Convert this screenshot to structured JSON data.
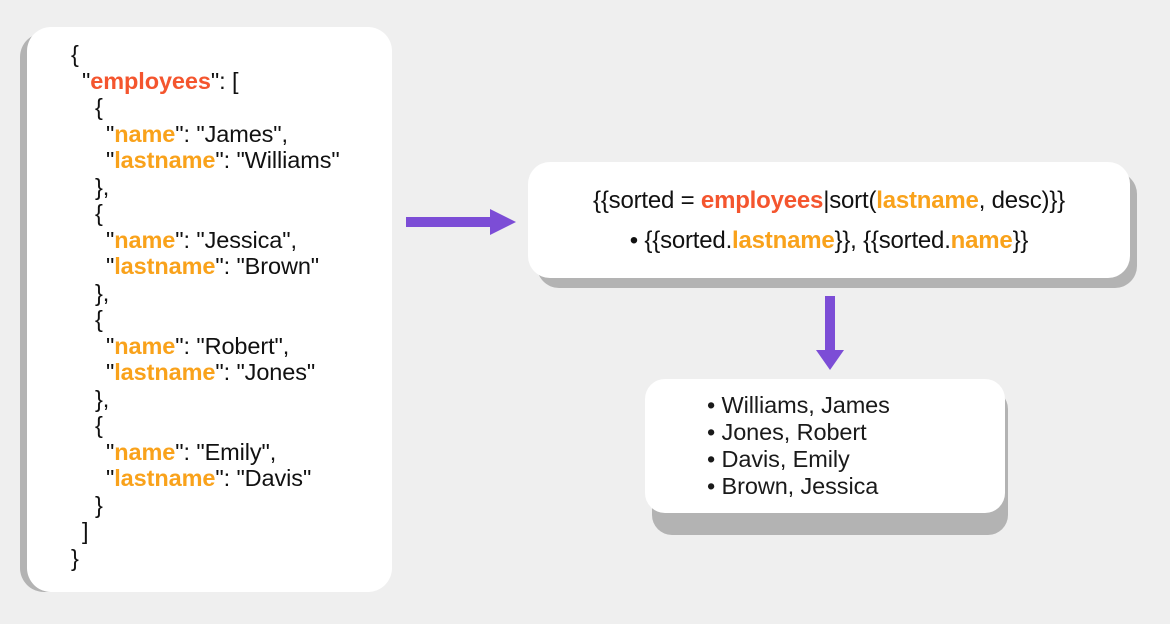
{
  "theme": {
    "background": "#efefef",
    "card_background": "#ffffff",
    "shadow": "#b3b3b3",
    "accent_red": "#f4552e",
    "accent_orange": "#f9a21b",
    "accent_purple": "#7c4dd6",
    "text": "#1a1a1a"
  },
  "json_card": {
    "name": "json-source-card",
    "lines": [
      {
        "indent": 0,
        "segments": [
          {
            "text": "{",
            "style": "plain"
          }
        ]
      },
      {
        "indent": 1,
        "segments": [
          {
            "text": "\"",
            "style": "plain"
          },
          {
            "text": "employees",
            "style": "red"
          },
          {
            "text": "\": [",
            "style": "plain"
          }
        ]
      },
      {
        "indent": 2,
        "segments": [
          {
            "text": "{",
            "style": "plain"
          }
        ]
      },
      {
        "indent": 3,
        "segments": [
          {
            "text": "\"",
            "style": "plain"
          },
          {
            "text": "name",
            "style": "orange"
          },
          {
            "text": "\": \"James\",",
            "style": "plain"
          }
        ]
      },
      {
        "indent": 3,
        "segments": [
          {
            "text": "\"",
            "style": "plain"
          },
          {
            "text": "lastname",
            "style": "orange"
          },
          {
            "text": "\": \"Williams\"",
            "style": "plain"
          }
        ]
      },
      {
        "indent": 2,
        "segments": [
          {
            "text": "},",
            "style": "plain"
          }
        ]
      },
      {
        "indent": 2,
        "segments": [
          {
            "text": "{",
            "style": "plain"
          }
        ]
      },
      {
        "indent": 3,
        "segments": [
          {
            "text": "\"",
            "style": "plain"
          },
          {
            "text": "name",
            "style": "orange"
          },
          {
            "text": "\": \"Jessica\",",
            "style": "plain"
          }
        ]
      },
      {
        "indent": 3,
        "segments": [
          {
            "text": "\"",
            "style": "plain"
          },
          {
            "text": "lastname",
            "style": "orange"
          },
          {
            "text": "\": \"Brown\"",
            "style": "plain"
          }
        ]
      },
      {
        "indent": 2,
        "segments": [
          {
            "text": "},",
            "style": "plain"
          }
        ]
      },
      {
        "indent": 2,
        "segments": [
          {
            "text": "{",
            "style": "plain"
          }
        ]
      },
      {
        "indent": 3,
        "segments": [
          {
            "text": "\"",
            "style": "plain"
          },
          {
            "text": "name",
            "style": "orange"
          },
          {
            "text": "\": \"Robert\",",
            "style": "plain"
          }
        ]
      },
      {
        "indent": 3,
        "segments": [
          {
            "text": "\"",
            "style": "plain"
          },
          {
            "text": "lastname",
            "style": "orange"
          },
          {
            "text": "\": \"Jones\"",
            "style": "plain"
          }
        ]
      },
      {
        "indent": 2,
        "segments": [
          {
            "text": "},",
            "style": "plain"
          }
        ]
      },
      {
        "indent": 2,
        "segments": [
          {
            "text": "{",
            "style": "plain"
          }
        ]
      },
      {
        "indent": 3,
        "segments": [
          {
            "text": "\"",
            "style": "plain"
          },
          {
            "text": "name",
            "style": "orange"
          },
          {
            "text": "\": \"Emily\",",
            "style": "plain"
          }
        ]
      },
      {
        "indent": 3,
        "segments": [
          {
            "text": "\"",
            "style": "plain"
          },
          {
            "text": "lastname",
            "style": "orange"
          },
          {
            "text": "\": \"Davis\"",
            "style": "plain"
          }
        ]
      },
      {
        "indent": 2,
        "segments": [
          {
            "text": "}",
            "style": "plain"
          }
        ]
      },
      {
        "indent": 1,
        "segments": [
          {
            "text": "]",
            "style": "plain"
          }
        ]
      },
      {
        "indent": 0,
        "segments": [
          {
            "text": "}",
            "style": "plain"
          }
        ]
      }
    ],
    "employees": [
      {
        "name": "James",
        "lastname": "Williams"
      },
      {
        "name": "Jessica",
        "lastname": "Brown"
      },
      {
        "name": "Robert",
        "lastname": "Jones"
      },
      {
        "name": "Emily",
        "lastname": "Davis"
      }
    ]
  },
  "template_card": {
    "name": "template-expression-card",
    "lines": [
      {
        "segments": [
          {
            "text": "{{sorted = ",
            "style": "plain"
          },
          {
            "text": "employees",
            "style": "red"
          },
          {
            "text": "|sort(",
            "style": "plain"
          },
          {
            "text": "lastname",
            "style": "orange"
          },
          {
            "text": ", desc)}}",
            "style": "plain"
          }
        ]
      },
      {
        "segments": [
          {
            "text": "• {{sorted.",
            "style": "plain"
          },
          {
            "text": "lastname",
            "style": "orange"
          },
          {
            "text": "}}, {{sorted.",
            "style": "plain"
          },
          {
            "text": "name",
            "style": "orange"
          },
          {
            "text": "}}",
            "style": "plain"
          }
        ]
      }
    ]
  },
  "output_card": {
    "name": "rendered-output-card",
    "lines": [
      "• Williams, James",
      "• Jones, Robert",
      "• Davis, Emily",
      "• Brown, Jessica"
    ]
  },
  "arrows": {
    "horizontal": {
      "name": "arrow-json-to-template",
      "direction": "right",
      "color": "#7c4dd6"
    },
    "vertical": {
      "name": "arrow-template-to-output",
      "direction": "down",
      "color": "#7c4dd6"
    }
  }
}
